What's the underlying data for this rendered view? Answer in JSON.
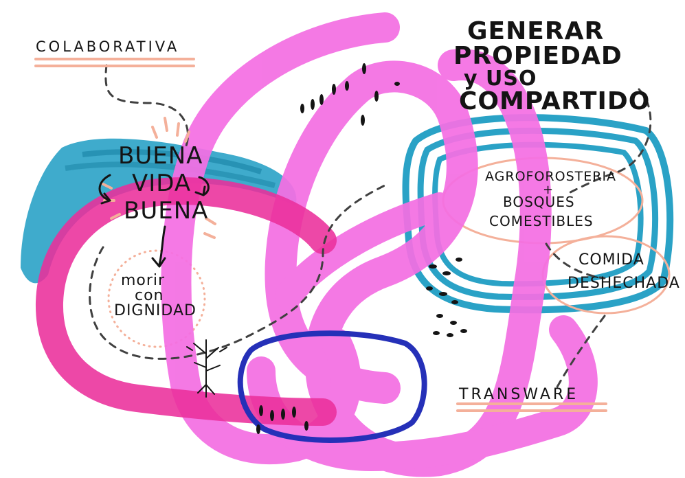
{
  "labels": {
    "colaborativa": "COLABORATIVA",
    "generar": "GENERAR",
    "propiedad": "PROPIEDAD",
    "y_uso": "y USO",
    "compartido": "COMPARTIDO",
    "buena": "BUENA",
    "vida": "VIDA",
    "buena2": "BUENA",
    "morir": "morir",
    "con": "con",
    "dignidad": "DIGNIDAD",
    "agroforosteria": "AGROFOROSTERIA",
    "plus": "+",
    "bosques": "BOSQUES",
    "comestibles": "COMESTIBLES",
    "comida": "COMIDA",
    "deshechada": "DESHECHADA",
    "transware": "TRANSWARE"
  },
  "colors": {
    "magenta": "#f46fe3",
    "hot_pink": "#ea2f9b",
    "teal": "#2aa2c6",
    "navy": "#2530b8",
    "peach": "#f4b09a",
    "ink": "#141414"
  }
}
